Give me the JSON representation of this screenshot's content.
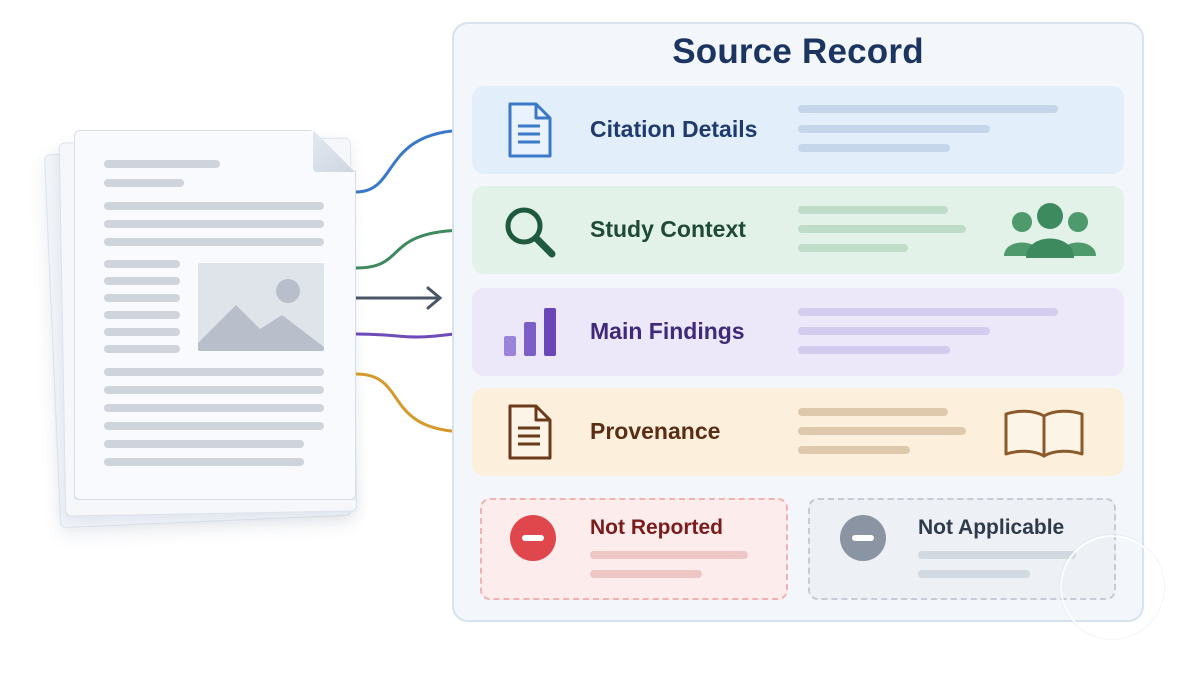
{
  "panel": {
    "title": "Source Record"
  },
  "sections": [
    {
      "label": "Citation Details",
      "icon": "document-icon",
      "color": "#1f3b6e",
      "accent": "#3a78c8",
      "fill": "#e3eefb"
    },
    {
      "label": "Study Context",
      "icon": "magnifier-icon",
      "color": "#1f4a38",
      "accent": "#3c8a5e",
      "fill": "#e2f2e8"
    },
    {
      "label": "Main Findings",
      "icon": "bar-chart-icon",
      "color": "#3f2a7a",
      "accent": "#6e4bb8",
      "fill": "#ece8fa"
    },
    {
      "label": "Provenance",
      "icon": "document-icon",
      "color": "#5a2e14",
      "accent": "#d49a2c",
      "fill": "#fcefdc"
    }
  ],
  "statuses": [
    {
      "label": "Not Reported",
      "icon": "minus-circle-icon",
      "color": "#7a1c1c",
      "accent": "#e0474c"
    },
    {
      "label": "Not Applicable",
      "icon": "minus-circle-icon",
      "color": "#2f3b4c",
      "accent": "#8a94a2"
    }
  ],
  "side_icons": [
    "people-icon",
    "open-book-icon"
  ]
}
